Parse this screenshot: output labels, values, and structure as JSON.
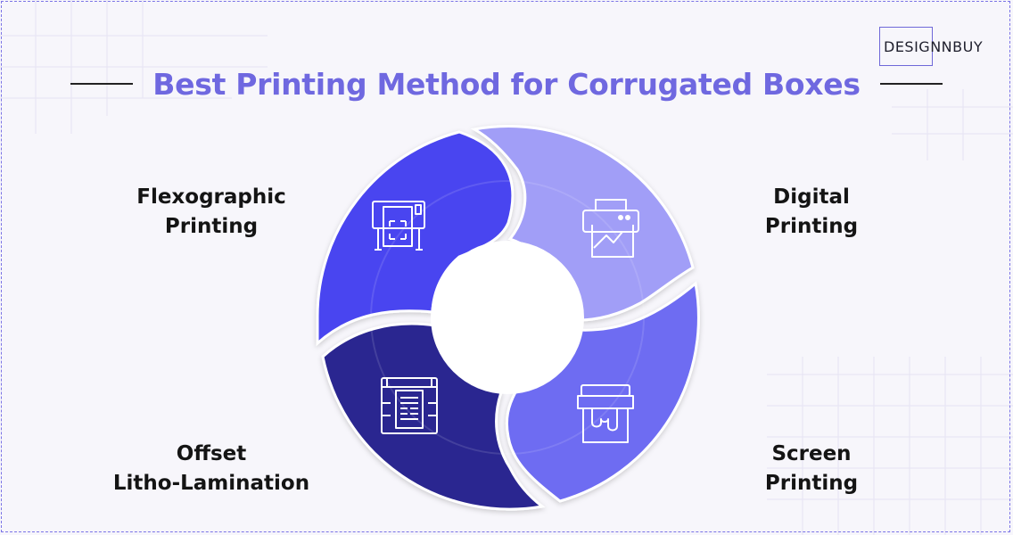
{
  "title": "Best Printing Method for Corrugated Boxes",
  "logo": {
    "text": "DESIGNNBUY"
  },
  "segments": [
    {
      "line1": "Flexographic",
      "line2": "Printing",
      "color": "#4a45f0",
      "icon": "plotter-printer-icon"
    },
    {
      "line1": "Digital",
      "line2": "Printing",
      "color": "#a19ef7",
      "icon": "desktop-printer-icon"
    },
    {
      "line1": "Screen",
      "line2": "Printing",
      "color": "#6e6cf2",
      "icon": "screen-printing-icon"
    },
    {
      "line1": "Offset",
      "line2": "Litho-Lamination",
      "color": "#2c2890",
      "icon": "offset-press-icon"
    }
  ],
  "colors": {
    "title": "#6f68e0",
    "frame": "#7b74e6",
    "background": "#f7f6fb"
  }
}
